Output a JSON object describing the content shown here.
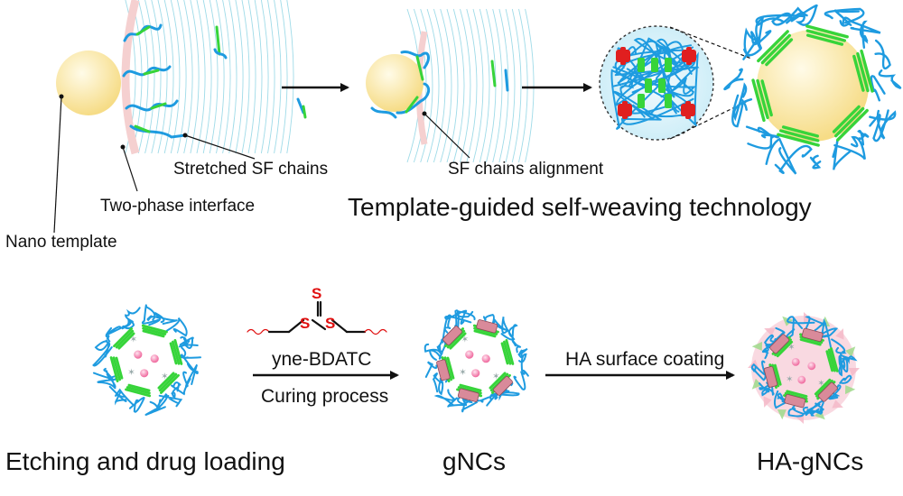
{
  "labels": {
    "stretched": "Stretched SF chains",
    "interface": "Two-phase interface",
    "template": "Nano template",
    "alignment": "SF chains alignment",
    "technology": "Template-guided self-weaving technology",
    "etching": "Etching and drug loading",
    "reagent": "yne-BDATC",
    "curing": "Curing process",
    "coating": "HA surface coating",
    "gncs": "gNCs",
    "ha_gncs": "HA-gNCs",
    "sulfur_top": "S",
    "sulfur_left": "S",
    "sulfur_right": "S"
  },
  "colors": {
    "chain": "#1e9be0",
    "beta_sheet": "#37d43a",
    "crosslink": "#e01f1f",
    "sulfur": "#e01010",
    "template_core": "#fbe7a2",
    "drug": "#f7a8c8",
    "ha_coating_green": "#9ed98a",
    "ha_coating_pink": "#f4b9c8",
    "curing_patch": "#d98a9a",
    "interface": "#f3c4c4",
    "water_lines": "#8fd5e3"
  }
}
